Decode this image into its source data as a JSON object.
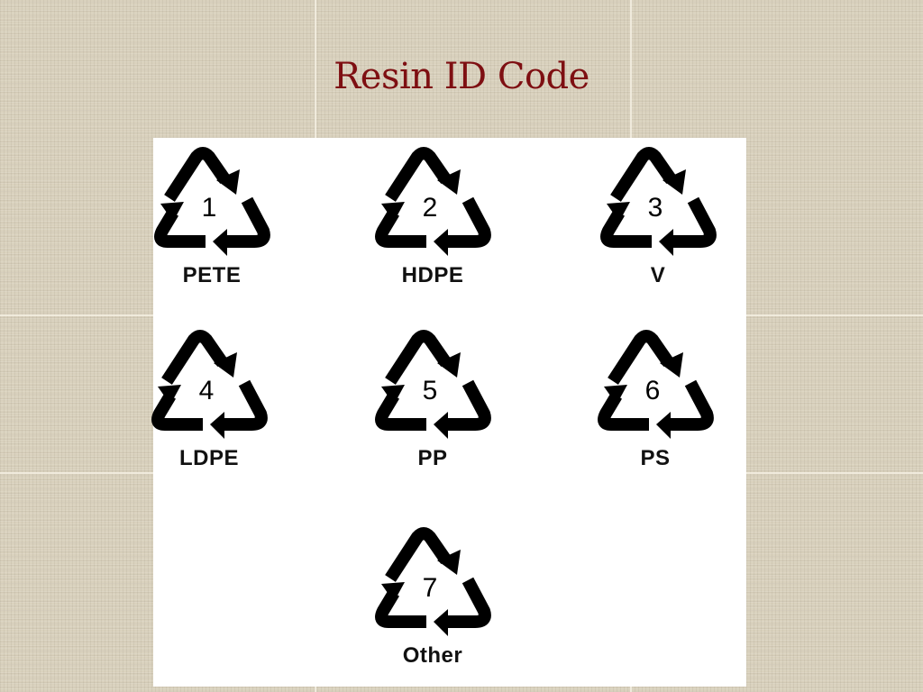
{
  "slide": {
    "title": "Resin ID Code",
    "title_color": "#7e0f12",
    "background_color": "#d9d1bd"
  },
  "resin_codes": [
    {
      "number": "1",
      "label": "PETE",
      "icon": "recycling-triangle-icon"
    },
    {
      "number": "2",
      "label": "HDPE",
      "icon": "recycling-triangle-icon"
    },
    {
      "number": "3",
      "label": "V",
      "icon": "recycling-triangle-icon"
    },
    {
      "number": "4",
      "label": "LDPE",
      "icon": "recycling-triangle-icon"
    },
    {
      "number": "5",
      "label": "PP",
      "icon": "recycling-triangle-icon"
    },
    {
      "number": "6",
      "label": "PS",
      "icon": "recycling-triangle-icon"
    },
    {
      "number": "7",
      "label": "Other",
      "icon": "recycling-triangle-icon"
    }
  ]
}
